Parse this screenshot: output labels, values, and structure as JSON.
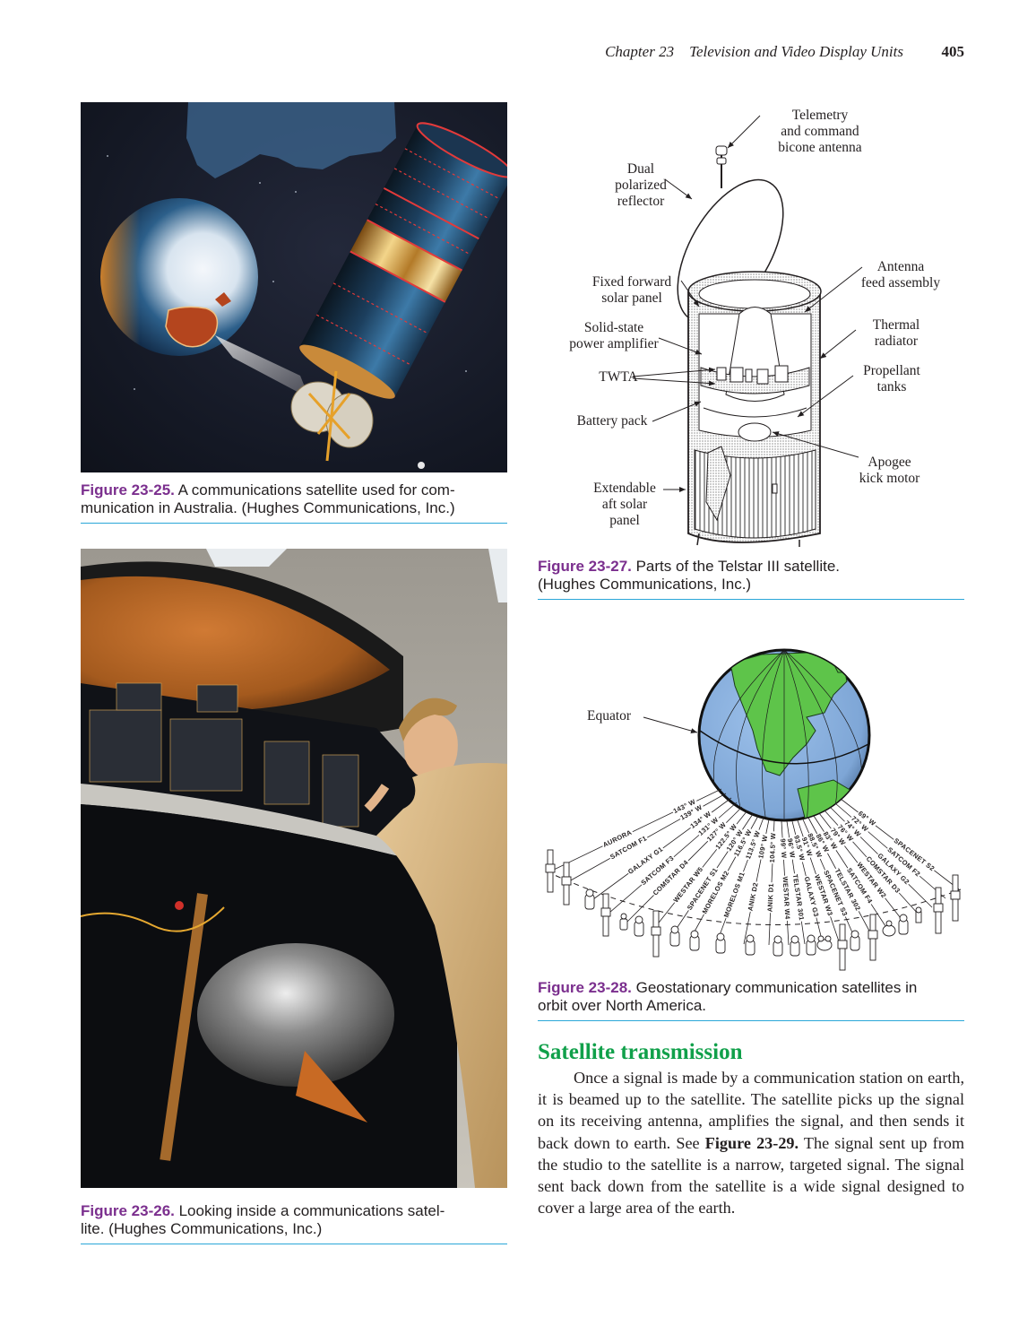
{
  "header": {
    "chapter": "Chapter 23    Television and Video Display Units",
    "page_number": "405"
  },
  "figures": {
    "fig25": {
      "label": "Figure 23-25.",
      "caption_line1": " A communications satellite used for com-",
      "caption_line2": "munication in Australia. (Hughes Communications, Inc.)",
      "image_alt": "Illustration of a cylindrical communications satellite beaming a signal toward Australia on Earth"
    },
    "fig26": {
      "label": "Figure 23-26.",
      "caption_line1": " Looking inside a communications satel-",
      "caption_line2": "lite. (Hughes Communications, Inc.)",
      "image_alt": "Technician inspecting the electronics inside a communications satellite"
    },
    "fig27": {
      "label": "Figure 23-27.",
      "caption_line1": " Parts of the Telstar III satellite.",
      "caption_line2": "(Hughes Communications, Inc.)",
      "labels": {
        "telemetry": [
          "Telemetry",
          "and command",
          "bicone antenna"
        ],
        "reflector": [
          "Dual",
          "polarized",
          "reflector"
        ],
        "fixed_solar": [
          "Fixed forward",
          "solar panel"
        ],
        "antenna_feed": [
          "Antenna",
          "feed assembly"
        ],
        "sspa": [
          "Solid-state",
          "power amplifier"
        ],
        "thermal": [
          "Thermal",
          "radiator"
        ],
        "twta": [
          "TWTA"
        ],
        "propellant": [
          "Propellant",
          "tanks"
        ],
        "battery": [
          "Battery pack"
        ],
        "apogee": [
          "Apogee",
          "kick motor"
        ],
        "aft_solar": [
          "Extendable",
          "aft solar",
          "panel"
        ]
      }
    },
    "fig28": {
      "label": "Figure 23-28.",
      "caption_line1": " Geostationary communication satellites in",
      "caption_line2": "orbit over North America.",
      "equator_label": "Equator",
      "satellites": [
        {
          "name": "AURORA",
          "longitude": "143° W"
        },
        {
          "name": "SATCOM F1",
          "longitude": "139° W"
        },
        {
          "name": "GALAXY G1",
          "longitude": "134° W"
        },
        {
          "name": "SATCOM F3",
          "longitude": "131° W"
        },
        {
          "name": "COMSTAR D4",
          "longitude": "127° W"
        },
        {
          "name": "WESTAR W5",
          "longitude": "122.5° W"
        },
        {
          "name": "SPACENET S1",
          "longitude": "120° W"
        },
        {
          "name": "MORELOS M2",
          "longitude": "116.5° W"
        },
        {
          "name": "MORELOS M1",
          "longitude": "113.5° W"
        },
        {
          "name": "ANIK D2",
          "longitude": "109° W"
        },
        {
          "name": "ANIK D1",
          "longitude": "104.5° W"
        },
        {
          "name": "WESTAR W4",
          "longitude": "99° W"
        },
        {
          "name": "TELSTAR 301",
          "longitude": "96° W"
        },
        {
          "name": "GALAXY G3",
          "longitude": "93.5° W"
        },
        {
          "name": "WESTAR W3",
          "longitude": "91° W"
        },
        {
          "name": "SPACENET S3",
          "longitude": "88.5° W"
        },
        {
          "name": "TELSTAR 302",
          "longitude": "86° W"
        },
        {
          "name": "SATCOM F4",
          "longitude": "83° W"
        },
        {
          "name": "WESTAR W2",
          "longitude": "79° W"
        },
        {
          "name": "COMSTAR D3",
          "longitude": "76° W"
        },
        {
          "name": "GALAXY G2",
          "longitude": "74° W"
        },
        {
          "name": "SATCOM F2",
          "longitude": "72° W"
        },
        {
          "name": "SPACENET S2",
          "longitude": "69° W"
        }
      ]
    }
  },
  "section": {
    "title": "Satellite transmission",
    "para_part1": "Once a signal is made by a communication station on earth, it is beamed up to the satellite. The satellite picks up the signal on its receiving antenna, amplifies the signal, and then sends it back down to earth. See ",
    "para_bold": "Figure 23-29.",
    "para_part2": " The signal sent up from the studio to the satellite is a narrow, targeted signal. The signal sent back down from the satellite is a wide signal designed to cover a large area of the earth."
  },
  "colors": {
    "figure_label": "#7b2f8e",
    "caption_rule": "#2aa7d8",
    "section_heading": "#10a04a",
    "globe_ocean": "#8fb4e0",
    "globe_land": "#5ec44a"
  }
}
